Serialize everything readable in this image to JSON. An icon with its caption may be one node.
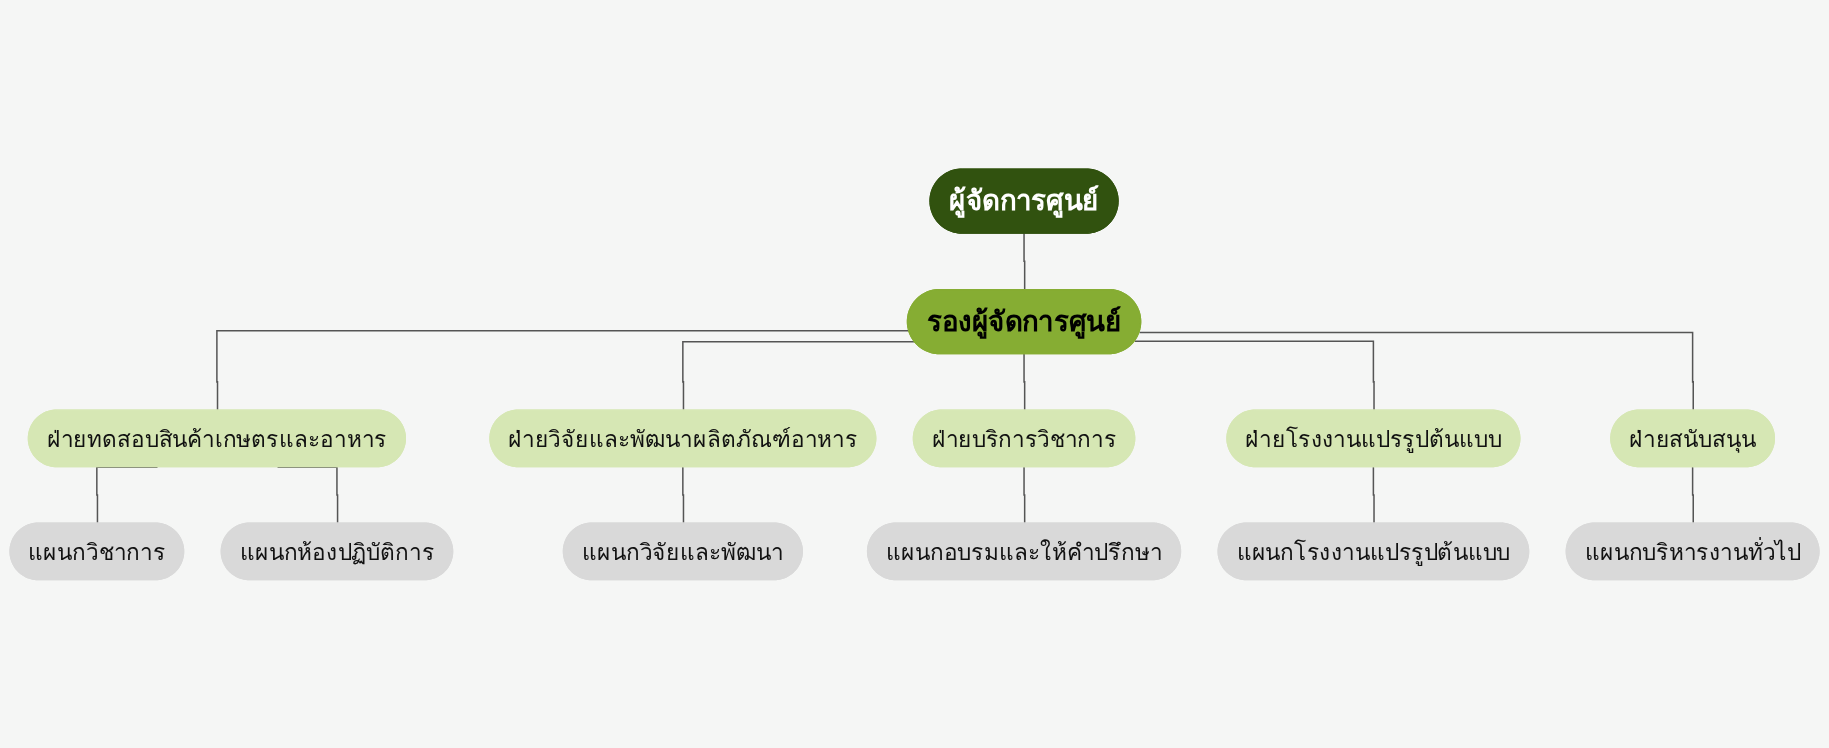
{
  "diagram": {
    "nodes": [
      {
        "text": [
          "ผู้จัดการศูนย์"
        ]
      },
      {
        "text": [
          "รองผู้จัดการศูนย์"
        ]
      },
      {
        "text": [
          "ฝ่ายทดสอบสินค้าเกษตรและอาหาร"
        ]
      },
      {
        "text": [
          "ฝ่ายวิจัยและพัฒนาผลิตภัณฑ์อาหาร"
        ]
      },
      {
        "text": [
          "ฝ่ายบริการวิชาการ"
        ]
      },
      {
        "text": [
          "ฝ่ายโรงงานแปรรูปต้นแบบ"
        ]
      },
      {
        "text": [
          "ฝ่ายสนับสนุน"
        ]
      },
      {
        "text": [
          "แผนกวิชาการ"
        ]
      },
      {
        "text": [
          "แผนกห้องปฏิบัติการ"
        ]
      },
      {
        "text": [
          "แผนกวิจัยและพัฒนา"
        ]
      },
      {
        "text": [
          "แผนกอบรมและให้คำปรึกษา"
        ]
      },
      {
        "text": [
          "แผนกโรงงานแปรรูปต้นแบบ"
        ]
      },
      {
        "text": [
          "แผนกบริหารงานทั่วไป"
        ]
      }
    ],
    "edges": [
      {
        "from": 0,
        "to": 1,
        "arrow": "none"
      },
      {
        "from": 1,
        "to": 2,
        "arrow": "none"
      },
      {
        "from": 1,
        "to": 3,
        "arrow": "none"
      },
      {
        "from": 1,
        "to": 4,
        "arrow": "none"
      },
      {
        "from": 1,
        "to": 5,
        "arrow": "none"
      },
      {
        "from": 1,
        "to": 6,
        "arrow": "none"
      },
      {
        "from": 2,
        "to": 7,
        "arrow": "none"
      },
      {
        "from": 2,
        "to": 8,
        "arrow": "none"
      },
      {
        "from": 3,
        "to": 9,
        "arrow": "none"
      },
      {
        "from": 4,
        "to": 10,
        "arrow": "none"
      },
      {
        "from": 5,
        "to": 11,
        "arrow": "none"
      },
      {
        "from": 6,
        "to": 12,
        "arrow": "none"
      }
    ]
  }
}
